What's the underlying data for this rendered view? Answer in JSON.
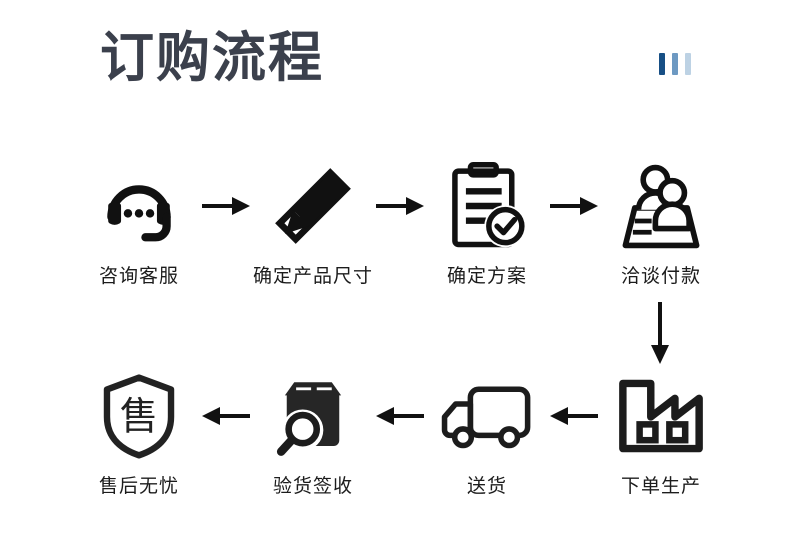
{
  "header": {
    "title": "订购流程",
    "decor_bars": [
      {
        "name": "deco-bar-1",
        "color": "#174f85"
      },
      {
        "name": "deco-bar-2",
        "color": "#6d99c2"
      },
      {
        "name": "deco-bar-3",
        "color": "#bdd2e4"
      }
    ]
  },
  "flow": {
    "top_row": [
      {
        "label": "咨询客服",
        "icon": "headset-icon"
      },
      {
        "label": "确定产品尺寸",
        "icon": "pencil-ruler-icon"
      },
      {
        "label": "确定方案",
        "icon": "clipboard-check-icon"
      },
      {
        "label": "洽谈付款",
        "icon": "people-desk-icon"
      }
    ],
    "bottom_row": [
      {
        "label": "售后无忧",
        "icon": "shield-shou-icon"
      },
      {
        "label": "验货签收",
        "icon": "box-magnifier-icon"
      },
      {
        "label": "送货",
        "icon": "delivery-truck-icon"
      },
      {
        "label": "下单生产",
        "icon": "factory-icon"
      }
    ],
    "arrows": {
      "top": [
        "arrow-right-icon",
        "arrow-right-icon",
        "arrow-right-icon"
      ],
      "bottom": [
        "arrow-left-icon",
        "arrow-left-icon",
        "arrow-left-icon"
      ],
      "vertical": "arrow-down-icon"
    }
  },
  "colors": {
    "title": "#3b404c",
    "label": "#1c1c1c",
    "icon": "#111111",
    "background": "#ffffff"
  }
}
